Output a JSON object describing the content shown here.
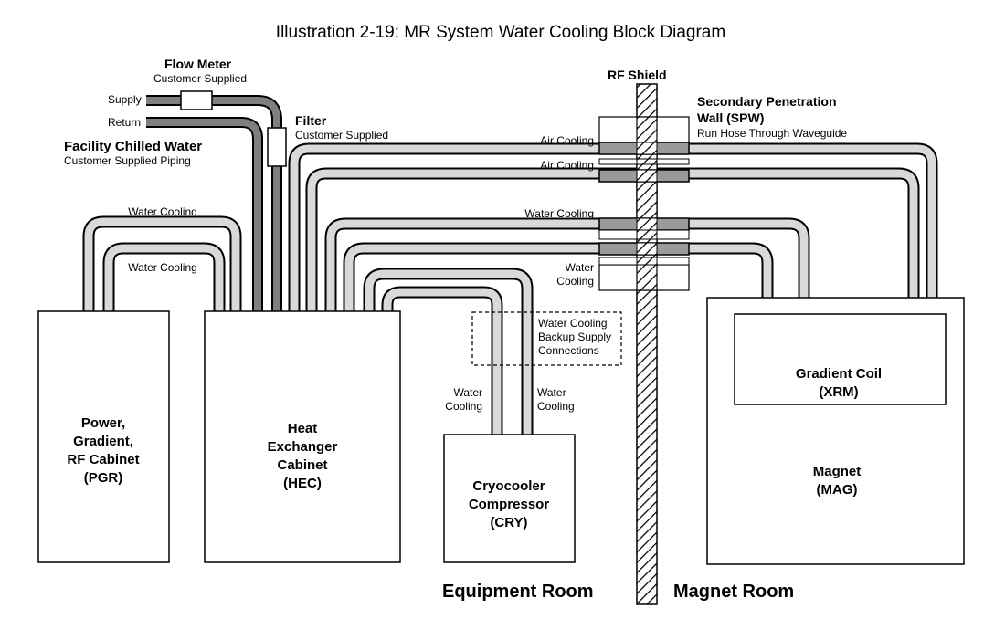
{
  "title": "Illustration 2-19:  MR System Water Cooling Block Diagram",
  "flow_meter": {
    "title": "Flow Meter",
    "sub": "Customer Supplied"
  },
  "filter": {
    "title": "Filter",
    "sub": "Customer Supplied"
  },
  "supply_label": "Supply",
  "return_label": "Return",
  "facility_water": {
    "title": "Facility Chilled Water",
    "sub": "Customer Supplied Piping"
  },
  "rf_shield": "RF Shield",
  "spw": {
    "line1": "Secondary Penetration",
    "line2": "Wall (SPW)",
    "sub": "Run Hose Through Waveguide"
  },
  "pipe_labels": {
    "air_cooling_1": "Air Cooling",
    "air_cooling_2": "Air Cooling",
    "water_cooling_spw": "Water Cooling",
    "water_cooling_low": [
      "Water",
      "Cooling"
    ],
    "water_cooling_pgr_outer": "Water Cooling",
    "water_cooling_pgr_inner": "Water Cooling",
    "cry_left": [
      "Water",
      "Cooling"
    ],
    "cry_right": [
      "Water",
      "Cooling"
    ]
  },
  "backup": [
    "Water Cooling",
    "Backup Supply",
    "Connections"
  ],
  "cabinets": {
    "pgr": [
      "Power,",
      "Gradient,",
      "RF Cabinet",
      "(PGR)"
    ],
    "hec": [
      "Heat",
      "Exchanger",
      "Cabinet",
      "(HEC)"
    ],
    "cry": [
      "Cryocooler",
      "Compressor",
      "(CRY)"
    ],
    "xrm": [
      "Gradient Coil",
      "(XRM)"
    ],
    "mag": [
      "Magnet",
      "(MAG)"
    ]
  },
  "rooms": {
    "equipment": "Equipment Room",
    "magnet": "Magnet Room"
  }
}
